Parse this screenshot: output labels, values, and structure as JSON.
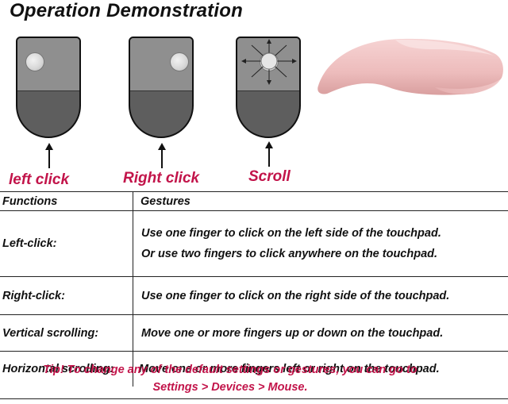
{
  "title": "Operation Demonstration",
  "gesture_labels": {
    "left": "left click",
    "right": "Right click",
    "scroll": "Scroll"
  },
  "table": {
    "headers": [
      "Functions",
      "Gestures"
    ],
    "rows": [
      {
        "function": "Left-click:",
        "gestures": [
          "Use one finger to click on the left side of the touchpad.",
          "Or use two fingers to click anywhere on the touchpad."
        ]
      },
      {
        "function": "Right-click:",
        "gestures": [
          "Use one finger to click on the right side of the touchpad."
        ]
      },
      {
        "function": "Vertical scrolling:",
        "gestures": [
          "Move one or more fingers up or down on the touchpad."
        ]
      },
      {
        "function": "Horizontal scrolling:",
        "gestures": [
          "Move one or more fingers left or right on the touchpad."
        ]
      }
    ]
  },
  "tip": {
    "line1": "Tip! To change any of the default settings or gestures, you can go to",
    "line2": "Settings > Devices > Mouse."
  },
  "colors": {
    "accent": "#c2144a",
    "touch_area": "#8f8f8f",
    "body_gray": "#5e5e5e",
    "pink_mouse": "#f0c4c4"
  }
}
